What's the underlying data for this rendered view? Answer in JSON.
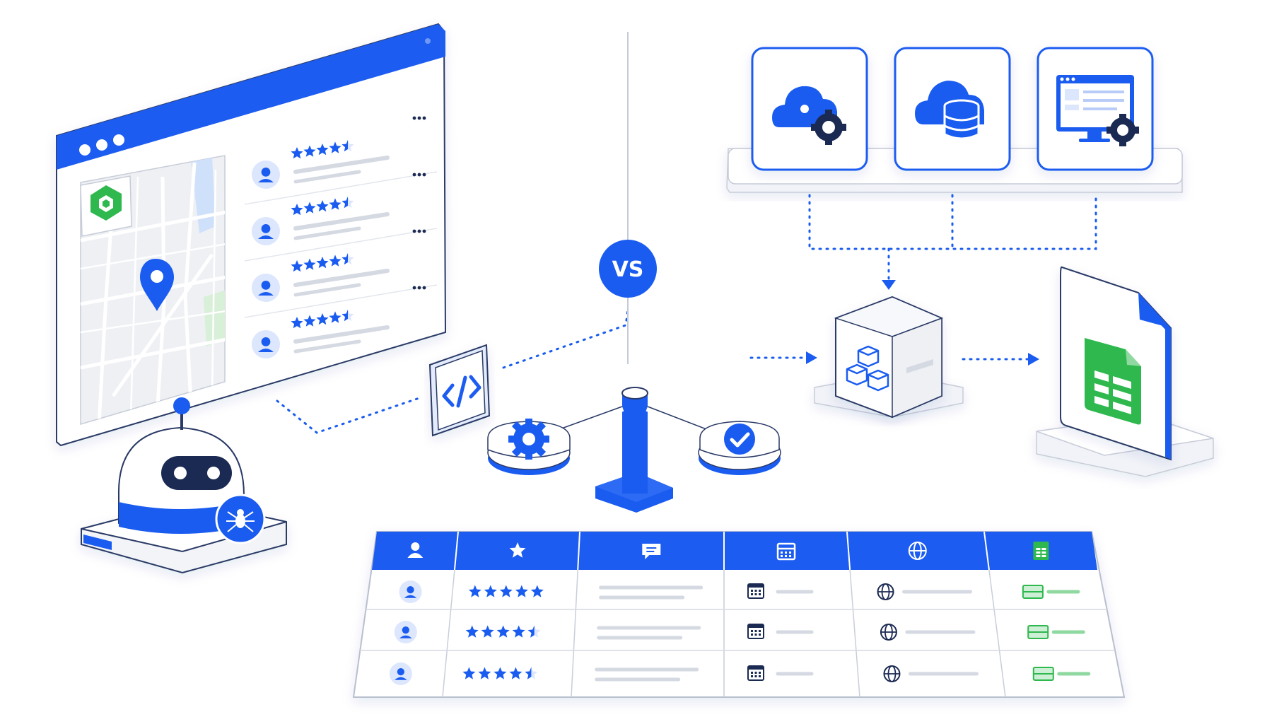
{
  "colors": {
    "primary": "#1A5CF0",
    "primary_light": "#DCE6FD",
    "navy": "#1B2A52",
    "green": "#2EB84E",
    "green_light": "#CDEFD5",
    "map_green": "#D8EFD8",
    "gray_line": "#D5D9E2",
    "gray_bg": "#EEF0F4",
    "outline": "#2A3A66"
  },
  "vs_badge": {
    "label": "VS"
  },
  "icons": {
    "map_pin": "map-pin-icon",
    "brand_logo": "green-hexagon-logo-icon",
    "code": "code-icon",
    "gear": "gear-icon",
    "check": "check-icon",
    "spider": "spider-icon",
    "cloud_gear": "cloud-gear-icon",
    "cloud_database": "cloud-database-icon",
    "monitor_gear": "monitor-gear-icon",
    "cubes": "cubes-icon",
    "spreadsheet": "spreadsheet-icon"
  },
  "reviews_panel": {
    "rows": [
      {
        "rating": 4.5
      },
      {
        "rating": 4.5
      },
      {
        "rating": 4.5
      },
      {
        "rating": 4.5
      }
    ]
  },
  "table": {
    "header_icons": [
      "user-icon",
      "star-icon",
      "comment-icon",
      "calendar-icon",
      "globe-icon",
      "spreadsheet-icon"
    ],
    "rows": [
      {
        "rating": 5
      },
      {
        "rating": 4.5
      },
      {
        "rating": 4.5
      }
    ]
  }
}
